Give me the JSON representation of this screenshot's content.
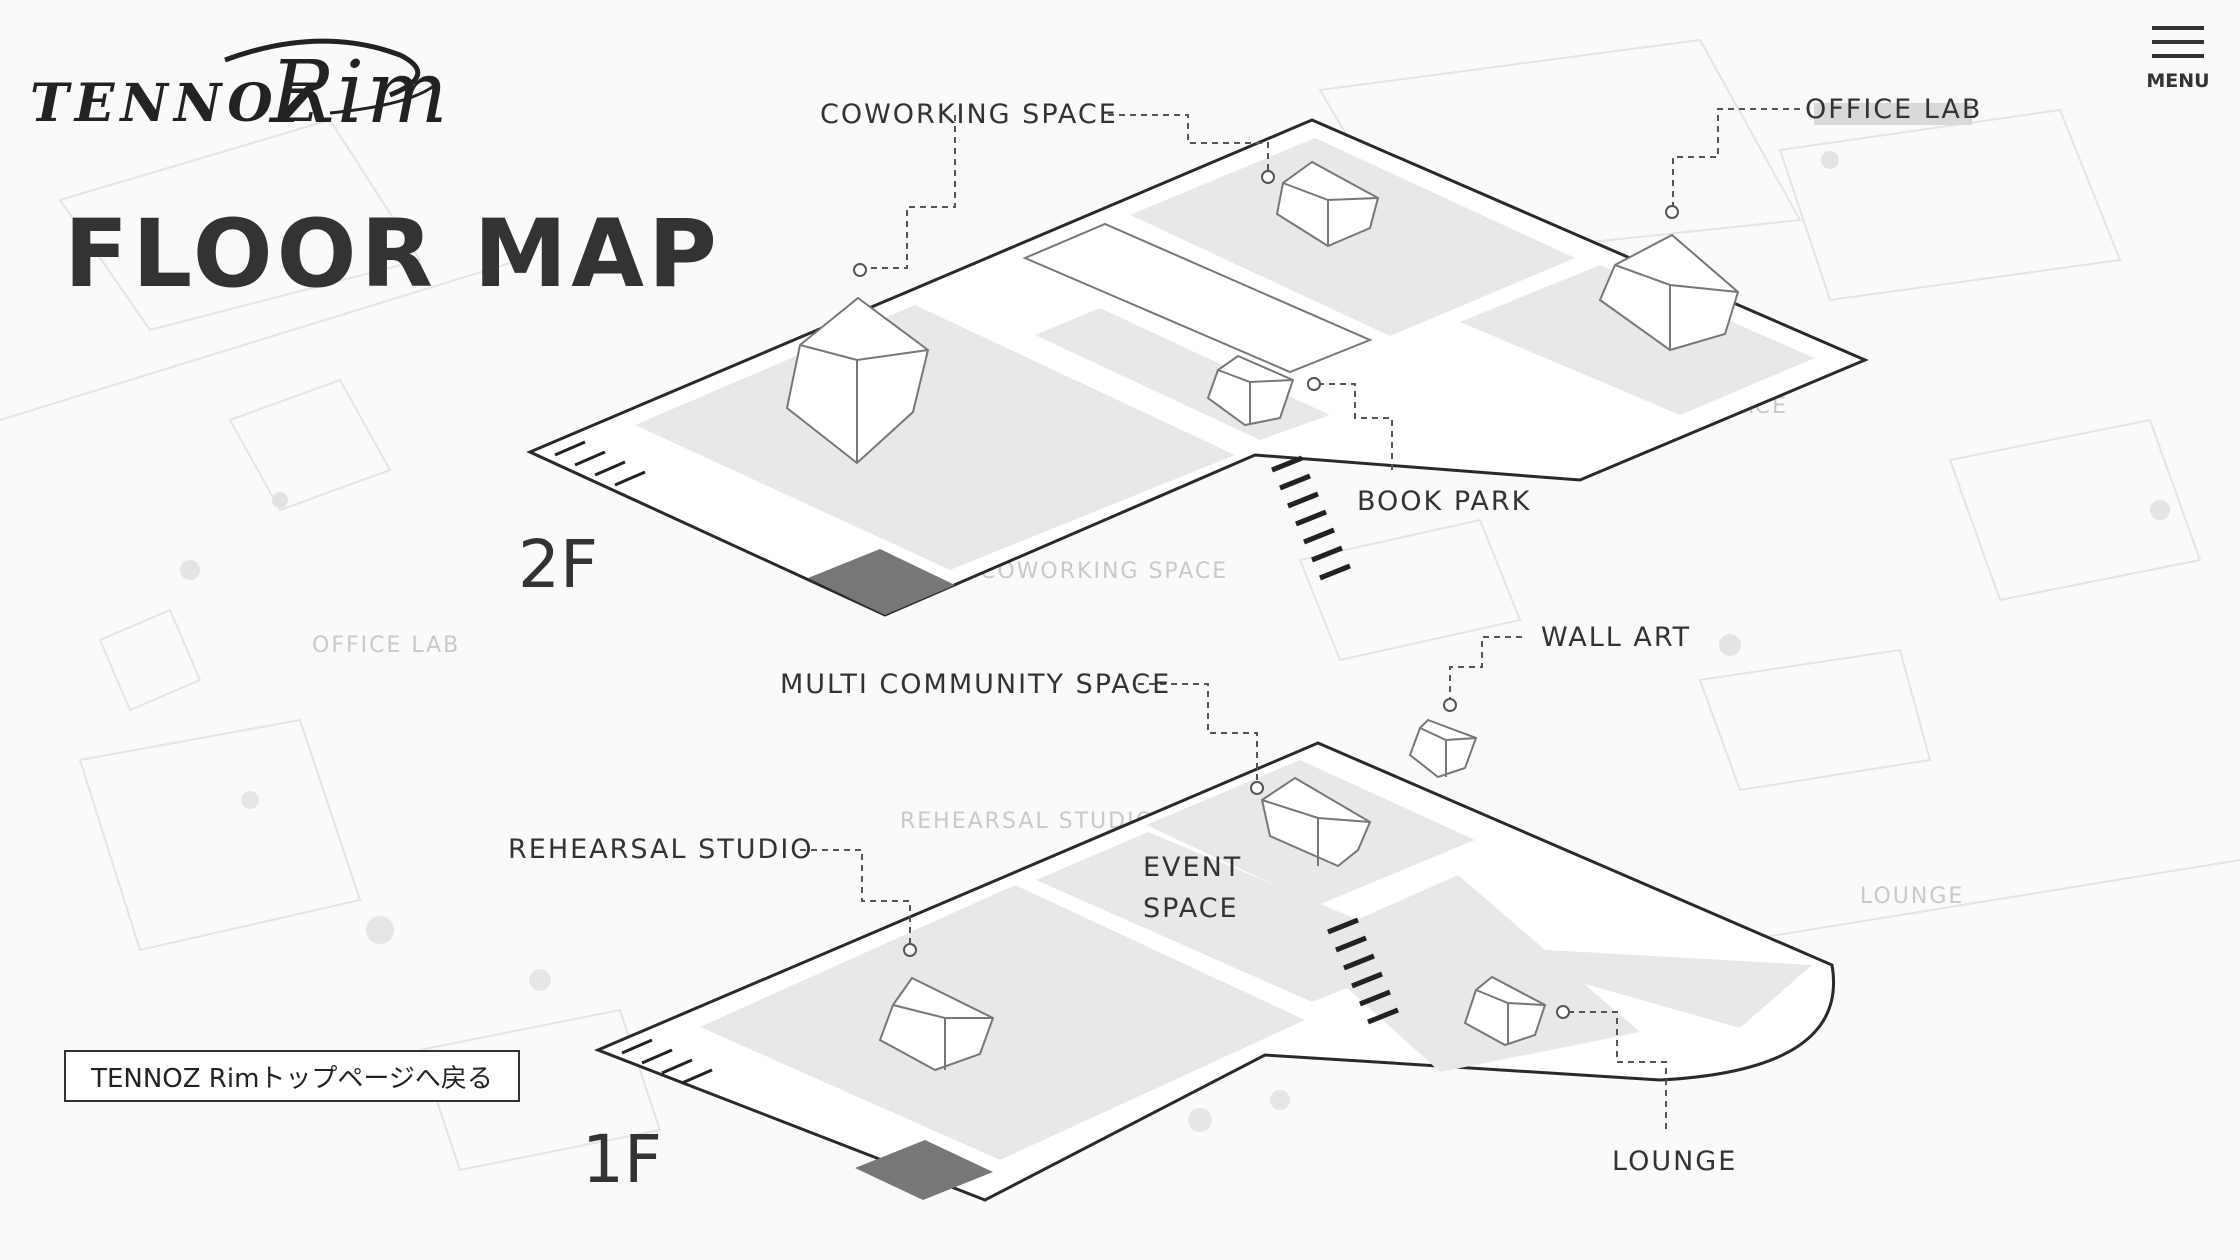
{
  "brand": {
    "logo_main": "TENNOZ",
    "logo_sub": "Rim"
  },
  "header": {
    "title": "FLOOR MAP",
    "menu_label": "MENU"
  },
  "floors": {
    "f2": {
      "label": "2F",
      "spaces": {
        "coworking": "COWORKING SPACE",
        "office_lab": "OFFICE LAB",
        "book_park": "BOOK PARK"
      }
    },
    "f1": {
      "label": "1F",
      "spaces": {
        "multi_community": "MULTI COMMUNITY SPACE",
        "wall_art": "WALL ART",
        "rehearsal": "REHEARSAL STUDIO",
        "event_line1": "EVENT",
        "event_line2": "SPACE",
        "lounge": "LOUNGE"
      }
    }
  },
  "background_labels": {
    "office_lab": "OFFICE LAB",
    "coworking": "COWORKING SPACE",
    "rehearsal": "REHEARSAL STUDIO",
    "lounge": "LOUNGE",
    "space": "ACE"
  },
  "back_button": {
    "label": "TENNOZ Rimトップページへ戻る"
  },
  "colors": {
    "text": "#333333",
    "zone": "#e8e8e8",
    "entrance": "#777777",
    "background": "#fafafa"
  },
  "icons": {
    "menu": "hamburger-icon",
    "room": "cube-icon",
    "leader": "leader-dot-icon"
  }
}
